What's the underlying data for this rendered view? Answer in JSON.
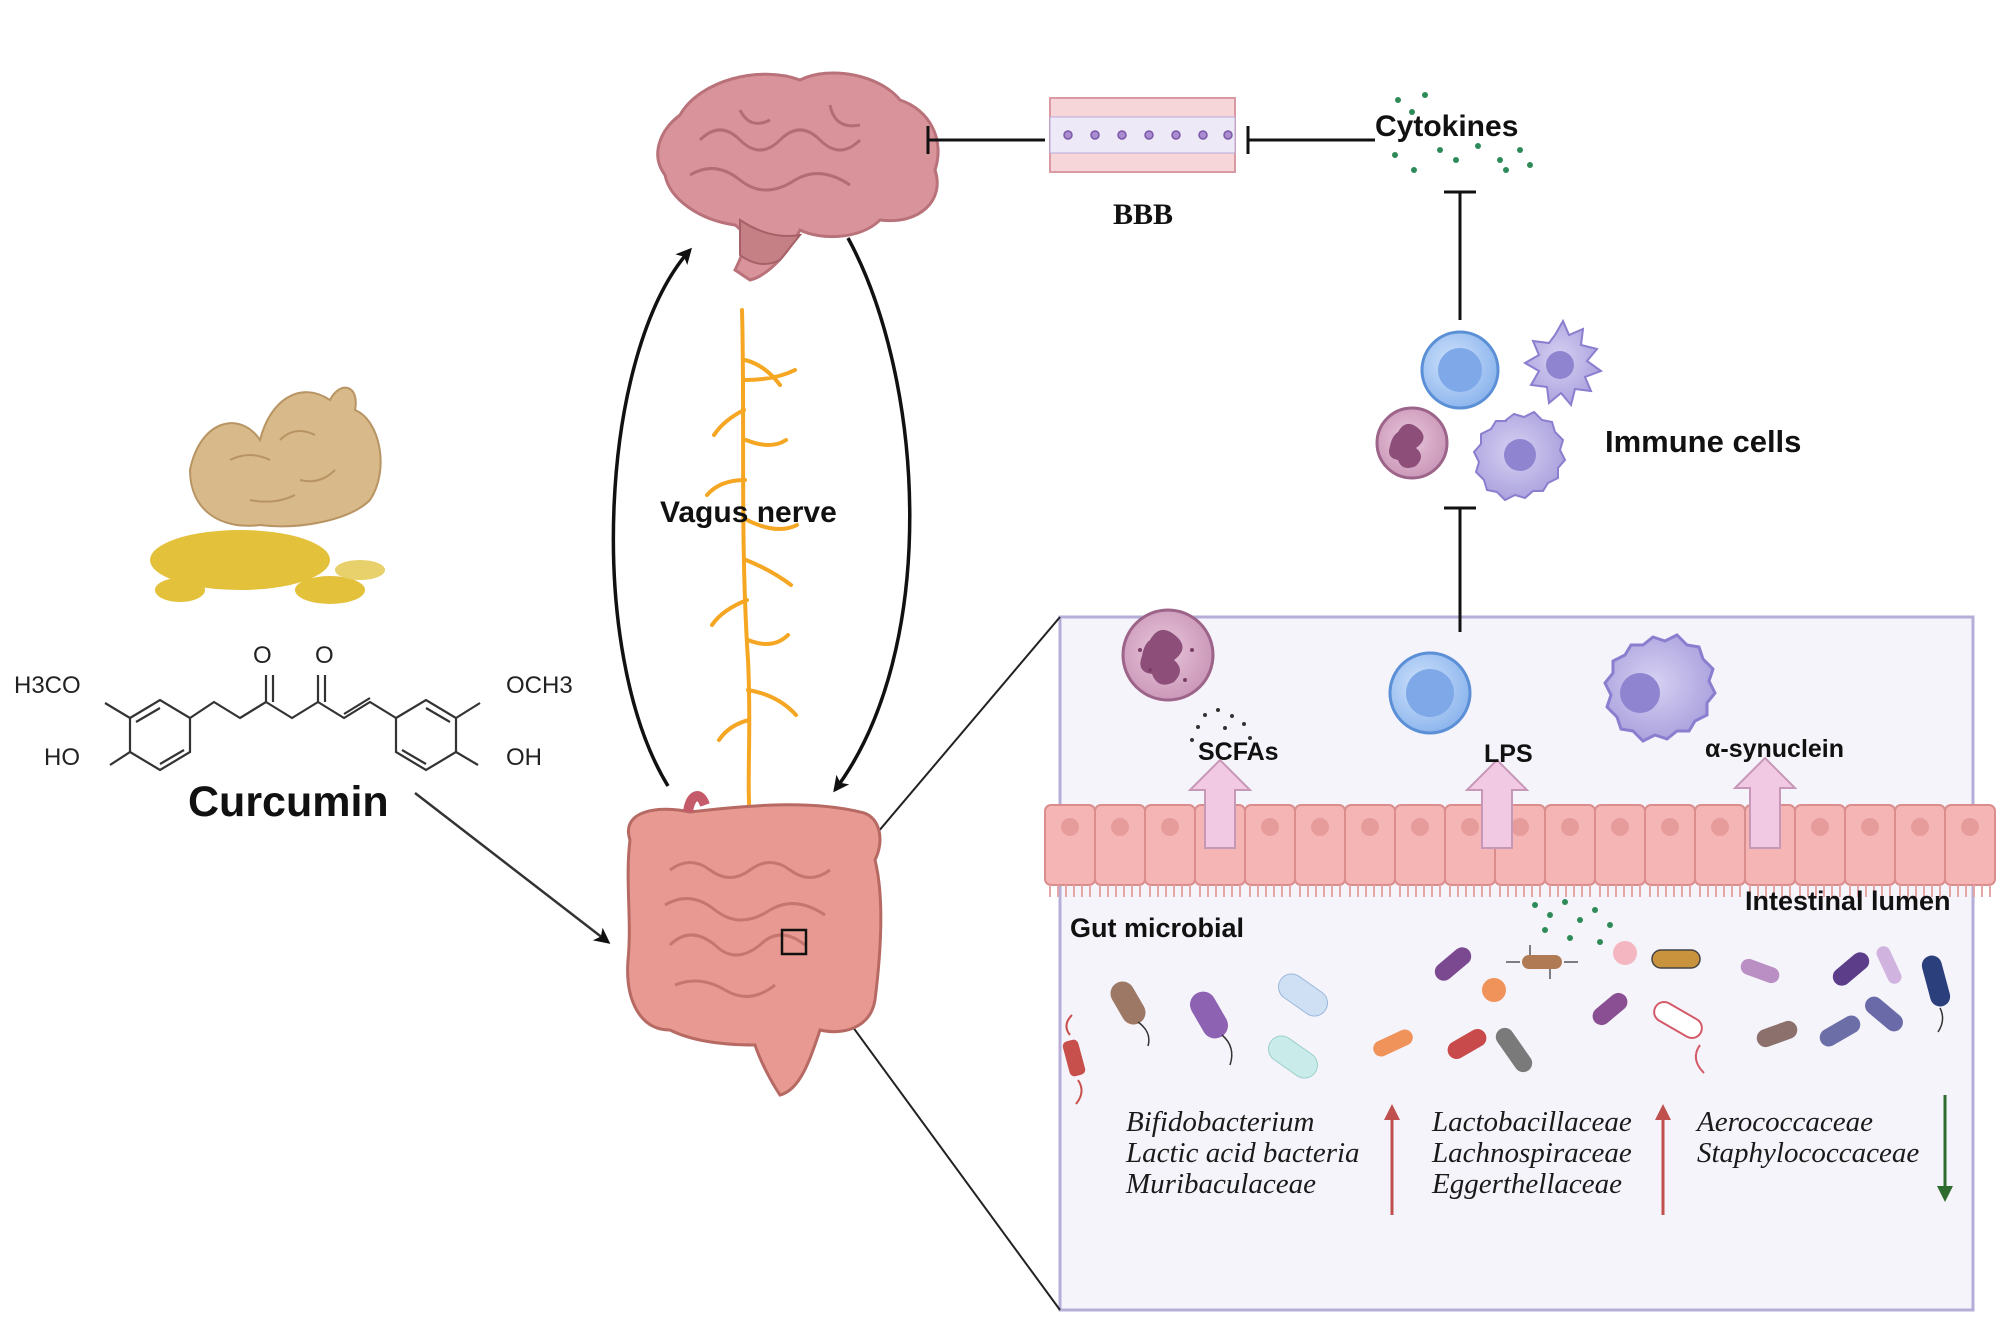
{
  "labels": {
    "cytokines": "Cytokines",
    "bbb": "BBB",
    "immune_cells": "Immune cells",
    "vagus_nerve": "Vagus nerve",
    "curcumin": "Curcumin",
    "scfas": "SCFAs",
    "lps": "LPS",
    "alpha_synuclein": "α-synuclein",
    "intestinal_lumen": "Intestinal lumen",
    "gut_microbial": "Gut microbial"
  },
  "chemical_structure": {
    "left_methoxy": "H3CO",
    "left_hydroxyl": "HO",
    "right_methoxy": "OCH3",
    "right_hydroxyl": "OH",
    "carbonyl_1": "O",
    "carbonyl_2": "O"
  },
  "microbiota_groups": [
    {
      "taxa": [
        "Bifidobacterium",
        "Lactic acid bacteria",
        "Muribaculaceae"
      ],
      "direction": "up",
      "arrow_color": "#c0504d"
    },
    {
      "taxa": [
        "Lactobacillaceae",
        "Lachnospiraceae",
        "Eggerthellaceae"
      ],
      "direction": "up",
      "arrow_color": "#c0504d"
    },
    {
      "taxa": [
        "Aerococcaceae",
        "Staphylococcaceae"
      ],
      "direction": "down",
      "arrow_color": "#2e6b2e"
    }
  ],
  "colors": {
    "brain": "#d9949b",
    "nerve": "#f5a623",
    "intestine": "#e89a92",
    "epithelium": "#f6b5b5",
    "panel_background": "#f5f3fb",
    "panel_border": "#b6aed9",
    "turmeric": "#d8b98a",
    "oil": "#e3c13a"
  }
}
